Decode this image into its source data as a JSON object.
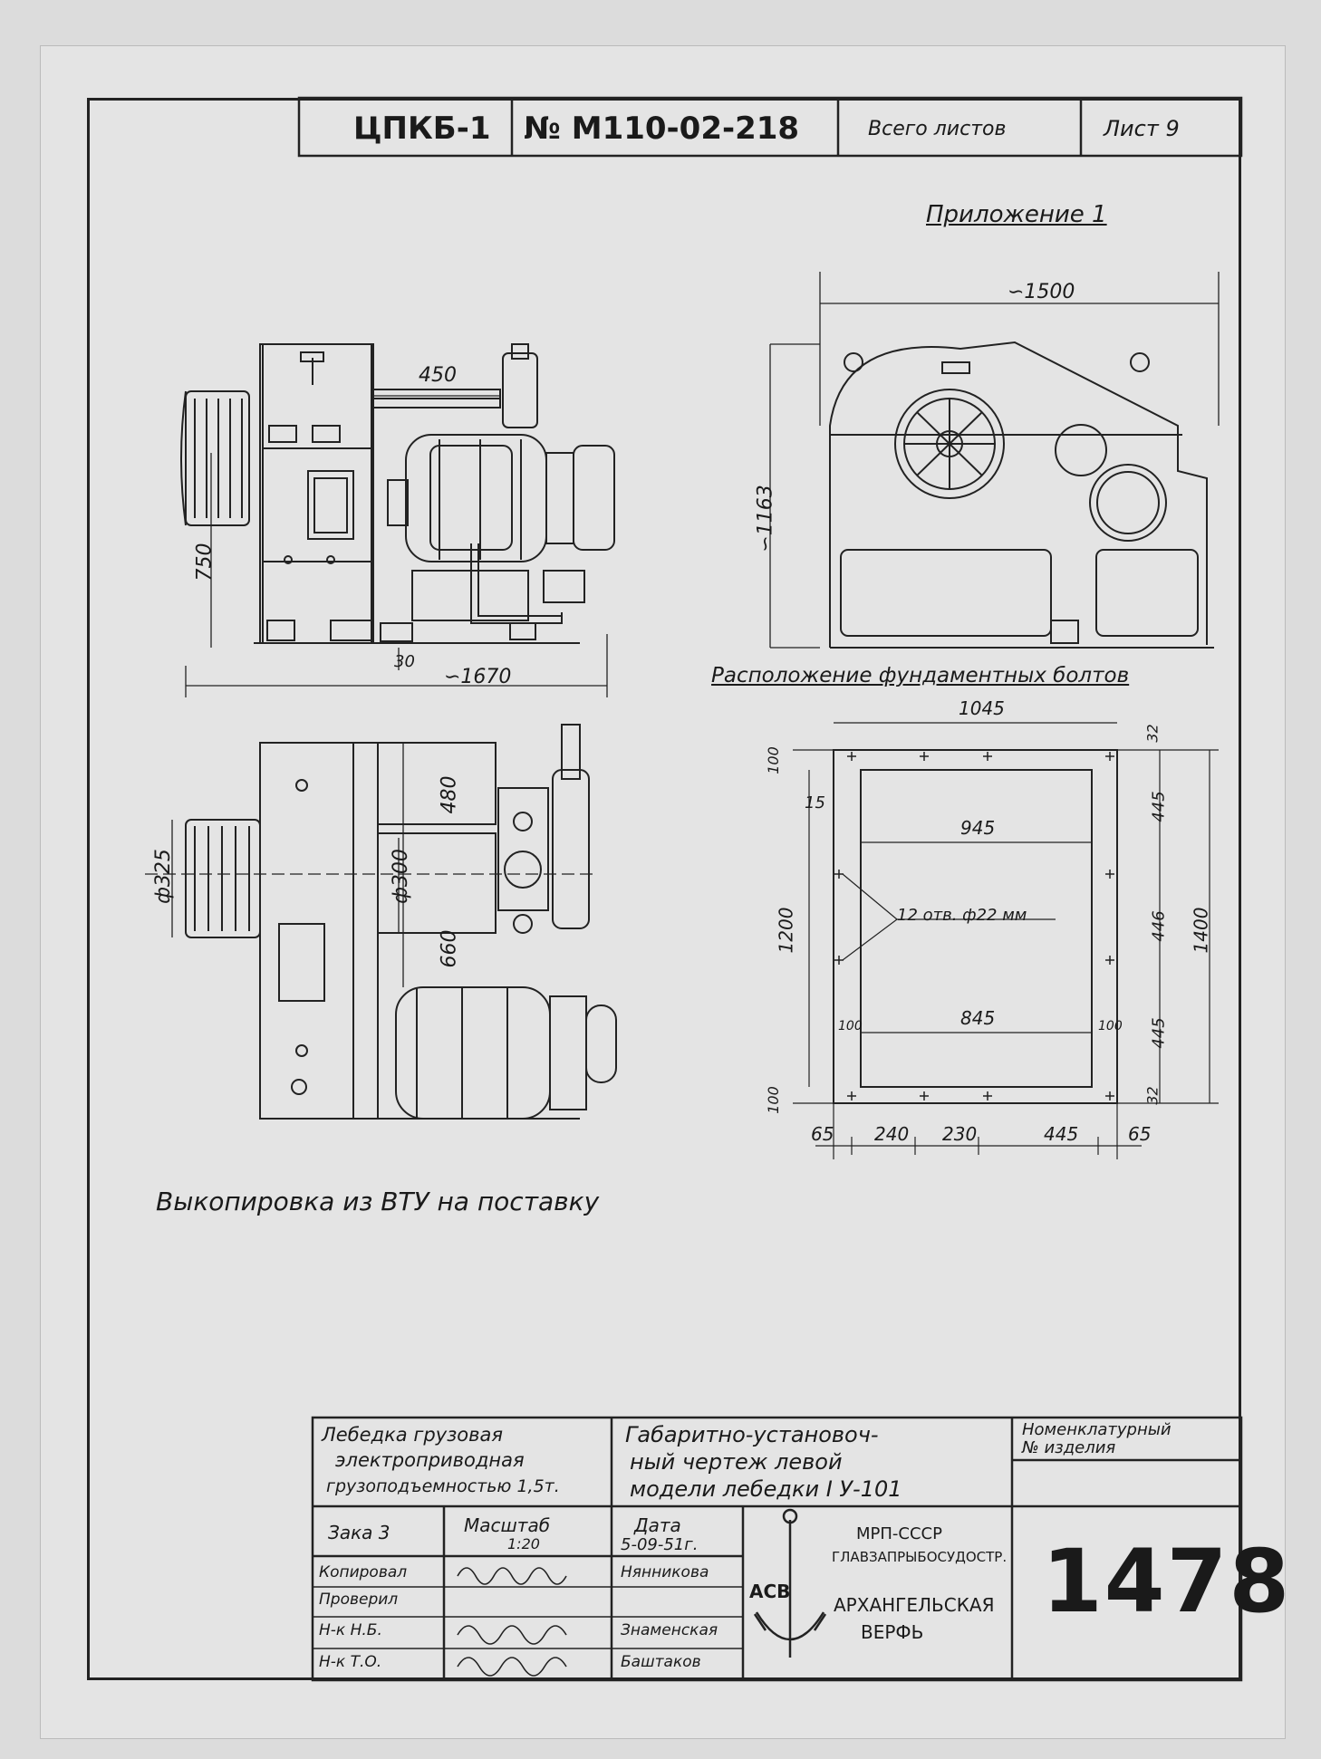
{
  "header": {
    "org": "ЦПКБ-1",
    "doc_number": "№ М110-02-218",
    "total_sheets_label": "Всего листов",
    "sheet_label": "Лист 9"
  },
  "appendix": "Приложение 1",
  "dimensions": {
    "side_view": {
      "width_450": "450",
      "height_750": "750",
      "base_30": "30",
      "overall_1670": "∽1670"
    },
    "end_view": {
      "width_1500": "∽1500",
      "height_1163": "∽1163"
    },
    "plan_view": {
      "d325": "ф325",
      "d300": "ф300",
      "h480": "480",
      "h660": "660"
    },
    "bolts": {
      "title": "Расположение фундаментных болтов",
      "w1045": "1045",
      "w945": "945",
      "w845": "845",
      "m15": "15",
      "holes": "12 отв. ф22 мм",
      "h1200": "1200",
      "h1400": "1400",
      "r32a": "32",
      "r445a": "445",
      "r446": "446",
      "r445b": "445",
      "r32b": "32",
      "l100a": "100",
      "l100b": "100",
      "in100a": "100",
      "in100b": "100",
      "b65a": "65",
      "b240": "240",
      "b230": "230",
      "b445": "445",
      "b65b": "65"
    }
  },
  "caption": "Выкопировка из ВТУ на поставку",
  "title_block": {
    "product_line1": "Лебедка грузовая",
    "product_line2": "электроприводная",
    "product_line3": "грузоподъемностью 1,5т.",
    "drawing_line1": "Габаритно-установоч-",
    "drawing_line2": "ный чертеж левой",
    "drawing_line3": "модели лебедки I У-101",
    "nomenclature_line1": "Номенклатурный",
    "nomenclature_line2": "№      изделия",
    "order_label": "Зака 3",
    "scale_label": "Масштаб",
    "scale_value": "1:20",
    "date_label": "Дата",
    "date_value": "5-09-51г.",
    "roles": [
      "Копировал",
      "Проверил",
      "Н-к Н.Б.",
      "Н-к Т.О."
    ],
    "names": [
      "Нянникова",
      "",
      "Знаменская",
      "Баштаков"
    ],
    "ministry_line1": "МРП-СССР",
    "ministry_line2": "ГЛАВЗАПРЫБОСУДОСТР.",
    "shipyard_line1": "АРХАНГЕЛЬСКАЯ",
    "shipyard_line2": "ВЕРФЬ",
    "logo_letters": "АСВ",
    "number": "1478"
  }
}
